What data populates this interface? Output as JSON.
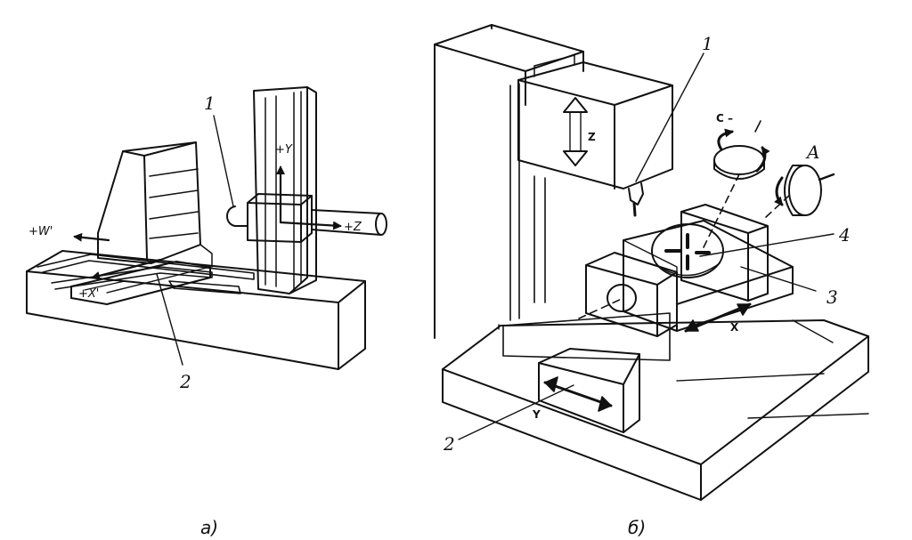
{
  "figure_a": {
    "caption": "а)",
    "callouts": {
      "one": "1",
      "two": "2"
    },
    "axes": {
      "y": "+Y",
      "z": "+Z",
      "w": "+W'",
      "x": "+X'"
    }
  },
  "figure_b": {
    "caption": "б)",
    "callouts": {
      "one": "1",
      "two": "2",
      "three": "3",
      "four": "4"
    },
    "axes": {
      "z": "Z",
      "x": "X",
      "y": "Y",
      "c": "C",
      "a": "A"
    }
  },
  "colors": {
    "ink": "#111111",
    "paper": "#ffffff"
  }
}
